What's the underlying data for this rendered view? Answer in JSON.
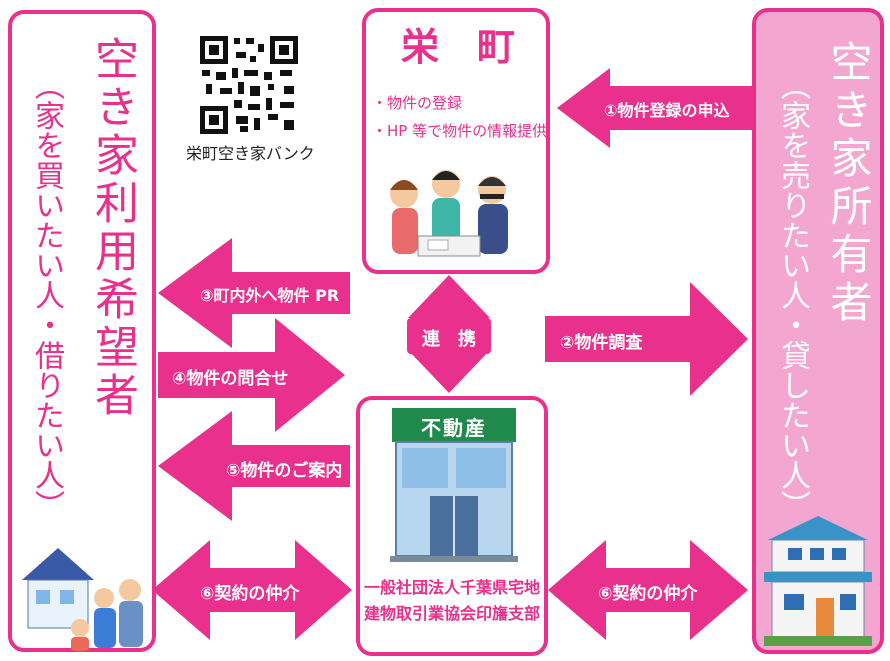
{
  "left_panel": {
    "title": "空き家利用希望者",
    "subtitle": "（家を買いたい人・借りたい人）"
  },
  "right_panel": {
    "title": "空き家所有者",
    "subtitle": "（家を売りたい人・貸したい人）"
  },
  "qr": {
    "caption": "栄町空き家バンク"
  },
  "town_box": {
    "title": "栄　町",
    "items": [
      "・物件の登録",
      "・HP 等で物件の情報提供"
    ]
  },
  "agency_box": {
    "sign": "不動産",
    "name_line1": "一般社団法人千葉県宅地",
    "name_line2": "建物取引業協会印旛支部"
  },
  "arrows": {
    "a1": "①物件登録の申込",
    "a2": "②物件調査",
    "a3": "③町内外へ物件 PR",
    "a4": "④物件の問合せ",
    "a5": "⑤物件のご案内",
    "a6_left": "⑥契約の仲介",
    "a6_right": "⑥契約の仲介",
    "link": "連　携"
  },
  "colors": {
    "magenta": "#e8308c",
    "pink_panel": "#f3a6cf"
  }
}
